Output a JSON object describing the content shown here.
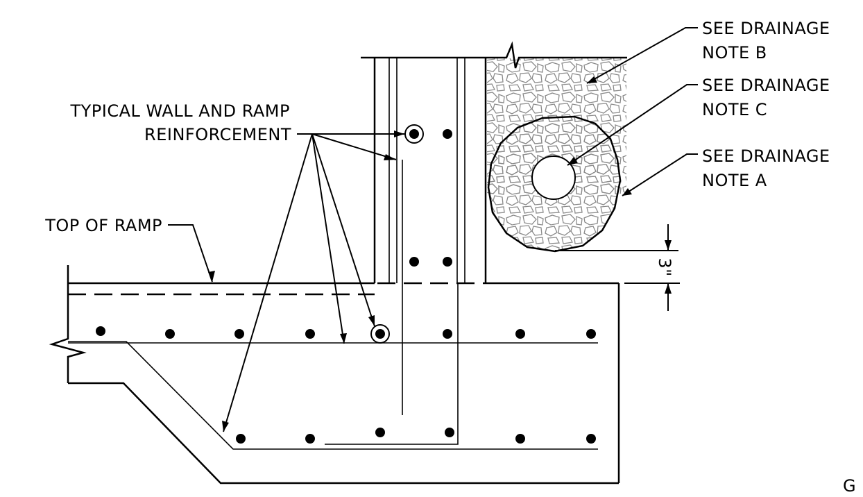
{
  "labels": {
    "wall_reinf_line1": "TYPICAL WALL AND RAMP",
    "wall_reinf_line2": "REINFORCEMENT",
    "top_of_ramp": "TOP OF RAMP",
    "note_b_line1": "SEE DRAINAGE",
    "note_b_line2": "NOTE B",
    "note_c_line1": "SEE DRAINAGE",
    "note_c_line2": "NOTE C",
    "note_a_line1": "SEE DRAINAGE",
    "note_a_line2": "NOTE A",
    "dimension": "3\"",
    "sheet_letter": "G"
  },
  "colors": {
    "line": "#000000",
    "gravel": "#8a8a8a",
    "background": "#ffffff"
  }
}
